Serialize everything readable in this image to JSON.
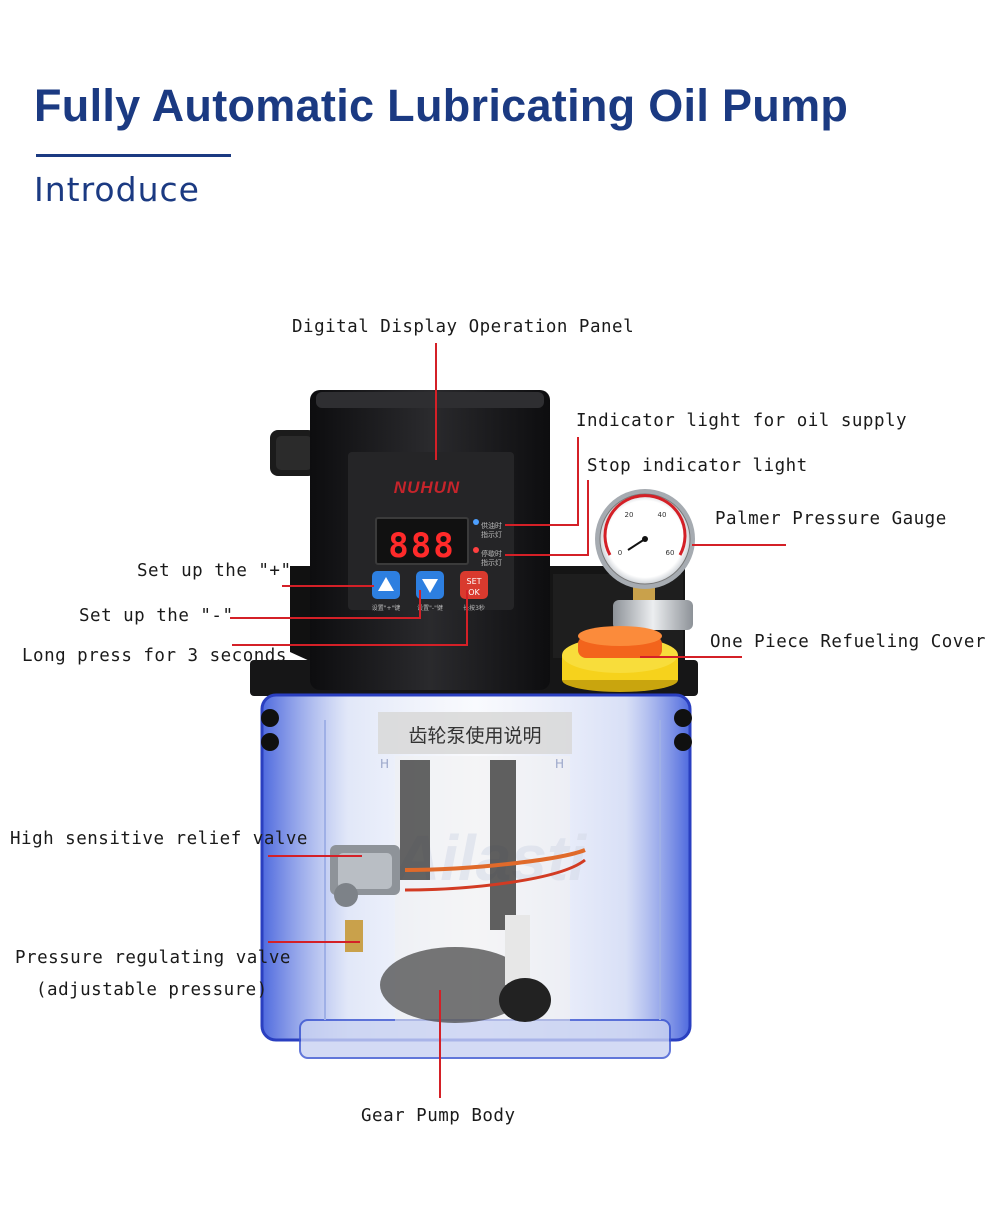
{
  "header": {
    "title": "Fully Automatic Lubricating Oil Pump",
    "subtitle": "Introduce"
  },
  "panel": {
    "brand": "NUHUN",
    "display": "888",
    "light_supply_text": "供油时\n指示灯",
    "light_stop_text": "停歇时\n指示灯",
    "btn_plus_caption": "设置\"+\"键",
    "btn_minus_caption": "设置\"-\"键",
    "btn_set_top": "SET",
    "btn_set_bottom": "OK",
    "btn_set_caption": "长按3秒"
  },
  "tank": {
    "sign_text": "齿轮泵使用说明",
    "level_mark": "H",
    "watermark": "Ailasti"
  },
  "gauge": {
    "ticks": [
      "0",
      "20",
      "40",
      "60"
    ]
  },
  "labels": {
    "digital_display": "Digital Display Operation Panel",
    "indicator_oil": "Indicator light for oil supply",
    "stop_indicator": "Stop indicator light",
    "pressure_gauge": "Palmer Pressure Gauge",
    "set_plus": "Set up the \"+\"",
    "set_minus": "Set up the \"-\"",
    "long_press": "Long press for 3 seconds",
    "refuel_cover": "One Piece Refueling Cover",
    "relief_valve": "High sensitive relief valve",
    "regulating_valve": "Pressure regulating valve",
    "regulating_valve_2": "(adjustable pressure)",
    "gear_pump": "Gear Pump Body"
  },
  "colors": {
    "title_blue": "#1b3a82",
    "callout_red": "#d42027",
    "housing_black": "#1c1c1e",
    "tank_blue": "#3d5ad8",
    "cover_yellow": "#f6d21c",
    "button_blue": "#2d7fe0",
    "button_red": "#d93a2e"
  }
}
